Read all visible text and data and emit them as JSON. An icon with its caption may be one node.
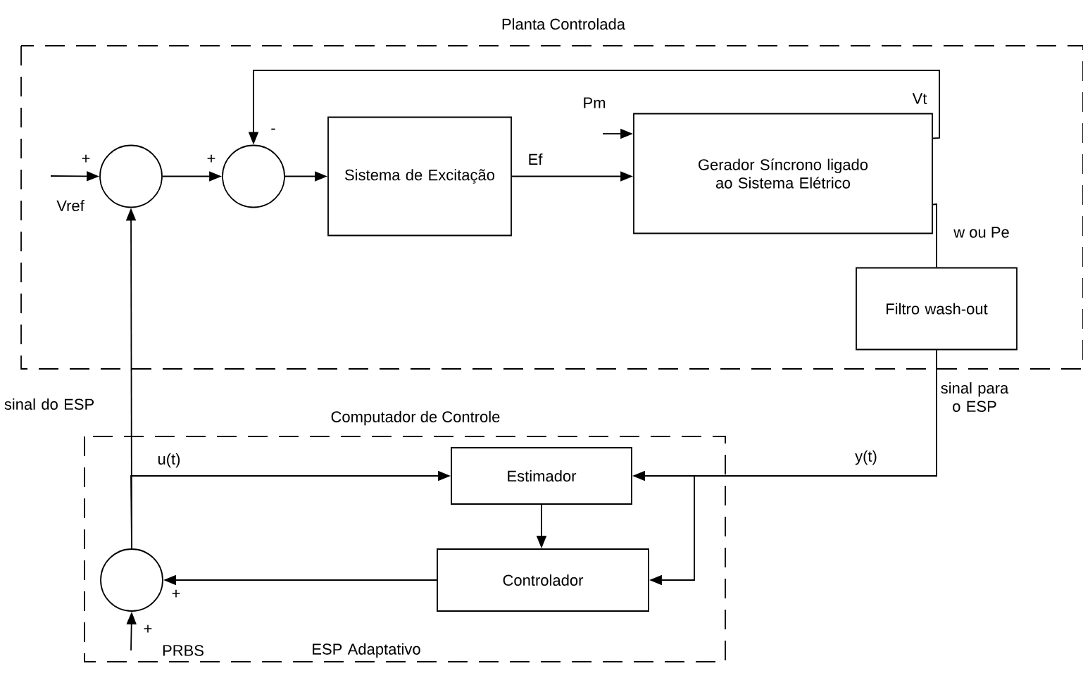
{
  "diagram": {
    "nodes": [
      {
        "text": [
          "Planta Controlada"
        ]
      },
      {
        "text": [
          "Computador de Controle"
        ]
      },
      {
        "text": [],
        "shape": "circle",
        "in": 0
      },
      {
        "text": [],
        "shape": "circle",
        "in": 0
      },
      {
        "text": [
          "Sistema de Excitação"
        ],
        "in": 0
      },
      {
        "text": [
          "Gerador Síncrono ligado ao Sistema Elétrico"
        ],
        "in": 0
      },
      {
        "text": [
          "Filtro wash-out"
        ],
        "in": 0
      },
      {
        "text": [
          "Estimador"
        ],
        "in": 1
      },
      {
        "text": [
          "Controlador"
        ],
        "in": 1
      },
      {
        "text": [],
        "shape": "circle",
        "in": 1
      }
    ],
    "edges": [
      {
        "from": null,
        "to": 2,
        "arrow": "to",
        "label": "Vref"
      },
      {
        "from": 2,
        "to": 3,
        "arrow": "to"
      },
      {
        "from": 3,
        "to": 4,
        "arrow": "to"
      },
      {
        "from": 4,
        "to": 5,
        "arrow": "to",
        "label": "Ef"
      },
      {
        "from": null,
        "to": 5,
        "arrow": "to",
        "label": "Pm"
      },
      {
        "from": 5,
        "to": 3,
        "arrow": "to",
        "label": "Vt"
      },
      {
        "from": 5,
        "to": 6,
        "arrow": "none",
        "label": "w ou Pe"
      },
      {
        "from": 6,
        "to": 7,
        "arrow": "to",
        "label": "y(t)"
      },
      {
        "from": 6,
        "to": 8,
        "arrow": "to"
      },
      {
        "from": 7,
        "to": 8,
        "arrow": "to"
      },
      {
        "from": 8,
        "to": 9,
        "arrow": "to"
      },
      {
        "from": 9,
        "to": 2,
        "arrow": "to"
      },
      {
        "from": 9,
        "to": 7,
        "arrow": "to",
        "label": "u(t)"
      },
      {
        "from": null,
        "to": 9,
        "arrow": "to",
        "label": "PRBS"
      }
    ],
    "labels": [
      "+",
      "+",
      "-",
      "sinal do ESP",
      "sinal para o ESP",
      "+",
      "+",
      "ESP Adaptativo"
    ]
  }
}
